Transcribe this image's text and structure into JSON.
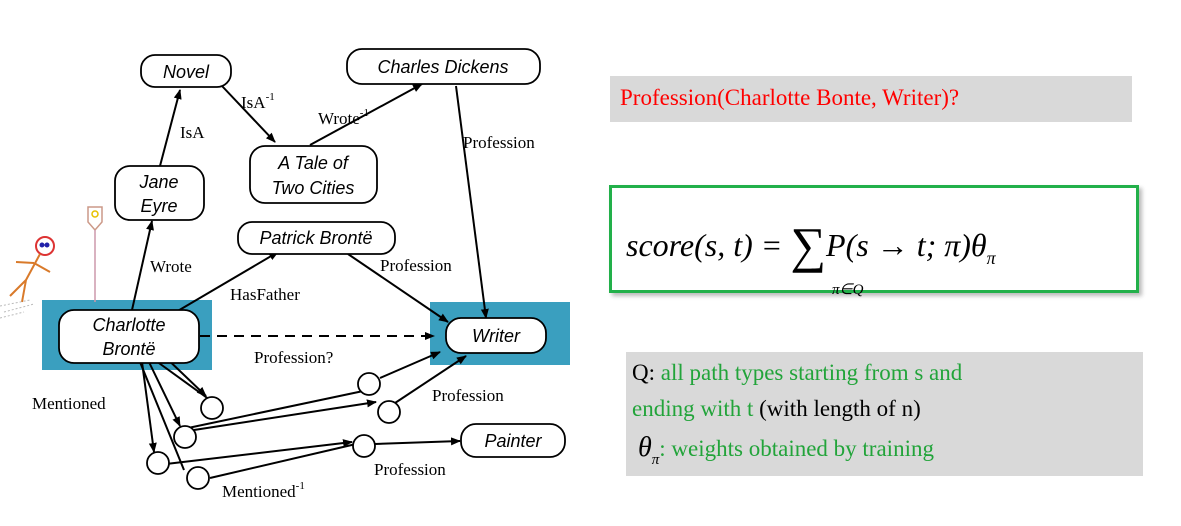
{
  "nodes": {
    "novel": "Novel",
    "charles_dickens": "Charles Dickens",
    "tale_line1": "A Tale of",
    "tale_line2": "Two Cities",
    "jane_line1": "Jane",
    "jane_line2": "Eyre",
    "patrick": "Patrick Brontë",
    "charlotte_line1": "Charlotte",
    "charlotte_line2": "Brontë",
    "writer": "Writer",
    "painter": "Painter"
  },
  "edges": {
    "isa": "IsA",
    "isa_inv": "IsA",
    "inv_sup": "-1",
    "wrote_inv": "Wrote",
    "profession_dickens": "Profession",
    "wrote": "Wrote",
    "has_father": "HasFather",
    "profession_patrick": "Profession",
    "profession_query": "Profession?",
    "mentioned": "Mentioned",
    "profession_mid": "Profession",
    "profession_low": "Profession",
    "mentioned_inv": "Mentioned"
  },
  "query": {
    "text": "Profession(Charlotte Bonte, Writer)?"
  },
  "formula": {
    "lhs": "score(s, t) = ",
    "sigma": "∑",
    "rhs": "P(s → t; π)θ",
    "rhs_sub": "π",
    "sum_sub": "π∈Q"
  },
  "notes": {
    "q_label": "Q:",
    "q_desc": " all path types starting from s and",
    "q_desc2": "ending with t",
    "q_len": " (with length of n)",
    "theta": "θ",
    "theta_sub": "π",
    "theta_desc": ": weights obtained by training"
  },
  "colors": {
    "highlight": "#3a9fbf",
    "query_red": "#ff0000",
    "green": "#22a43a",
    "formula_border": "#22b04a",
    "panel_gray": "#d9d9d9"
  }
}
